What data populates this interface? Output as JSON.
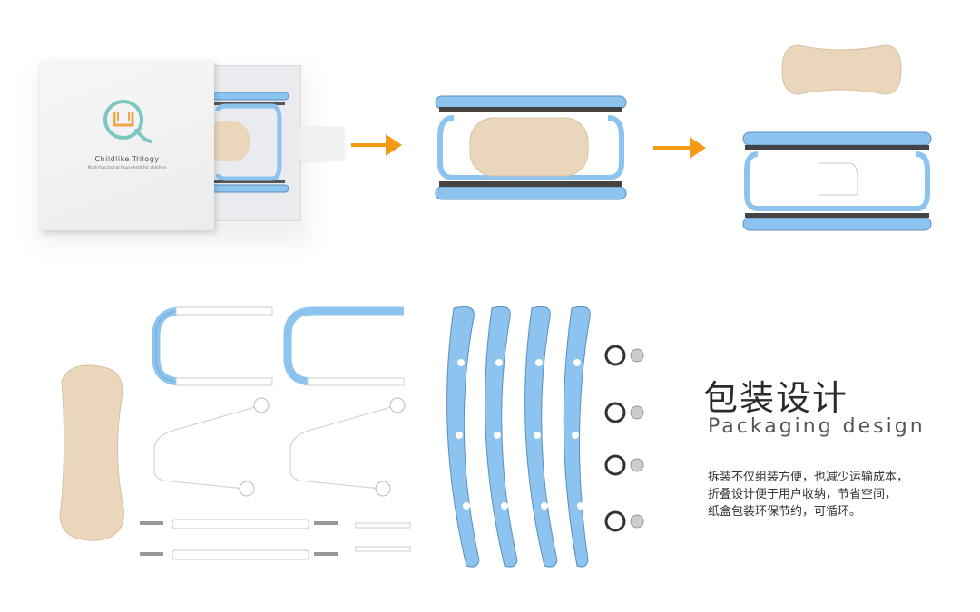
{
  "brand": {
    "name": "Childlike Trilogy",
    "tagline": "Multi-functional household for children"
  },
  "heading": {
    "title_cn": "包装设计",
    "title_en": "Packaging design"
  },
  "description": {
    "lines": [
      "拆装不仅组装方便，也减少运输成本，",
      "折叠设计便于用户收纳，节省空间，",
      "纸盒包装环保节约，可循环。"
    ]
  },
  "colors": {
    "accent_arrow": "#f39a17",
    "frame_blue": "#8cc4ef",
    "wood": "#ead7bb",
    "logo_teal": "#7cc7c2",
    "logo_orange": "#f1a54b"
  },
  "icons": [
    "arrow-right-icon",
    "logo-icon"
  ]
}
